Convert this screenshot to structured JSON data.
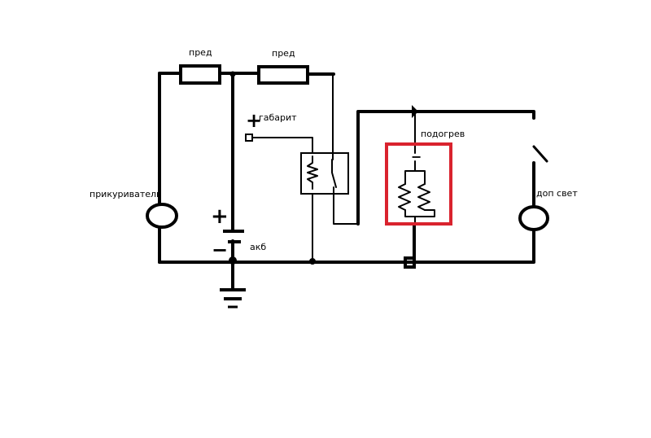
{
  "labels": {
    "fuse_left": "пред",
    "fuse_right": "пред",
    "gabarit": "габарит",
    "heater": "подогрев",
    "lighter": "прикуриватель",
    "battery": "акб",
    "extra_light": "доп свет"
  },
  "signs": {
    "gabarit_plus": "+",
    "battery_plus": "+",
    "battery_minus": "−",
    "heater_minus": "−"
  },
  "colors": {
    "wire": "#000000",
    "highlight": "#d9232e"
  }
}
